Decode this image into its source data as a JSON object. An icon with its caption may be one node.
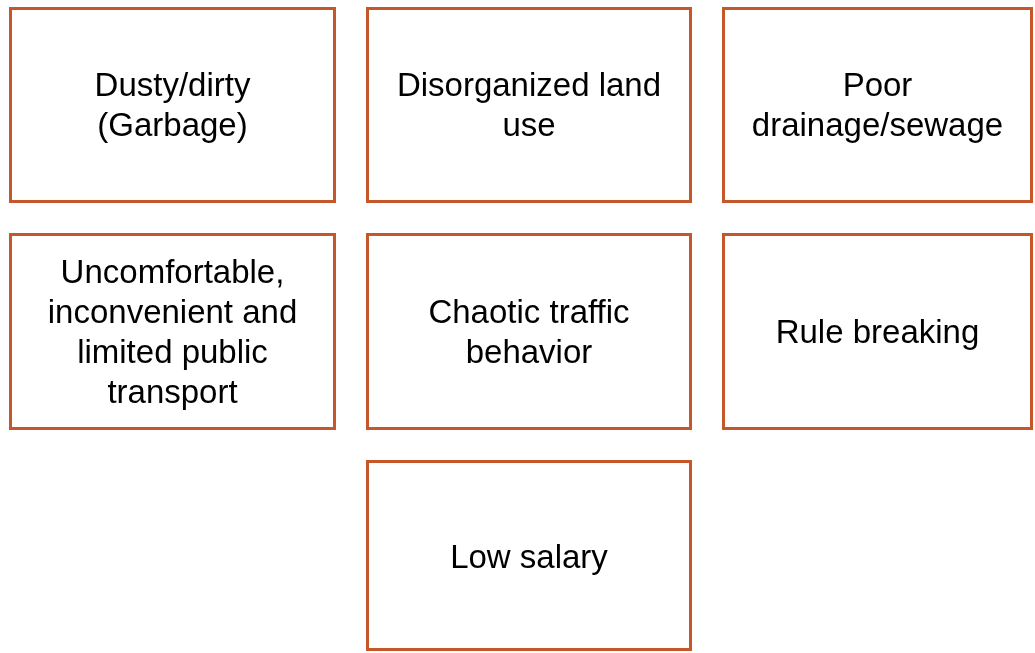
{
  "diagram": {
    "nodes": [
      {
        "text": [
          "Dusty/dirty (Garbage)"
        ]
      },
      {
        "text": [
          "Disorganized land use"
        ]
      },
      {
        "text": [
          "Poor drainage/sewage"
        ]
      },
      {
        "text": [
          "Uncomfortable, inconvenient and limited public transport"
        ]
      },
      {
        "text": [
          "Chaotic traffic behavior"
        ]
      },
      {
        "text": [
          "Rule breaking"
        ]
      },
      {
        "text": [
          "Low salary"
        ]
      }
    ]
  }
}
